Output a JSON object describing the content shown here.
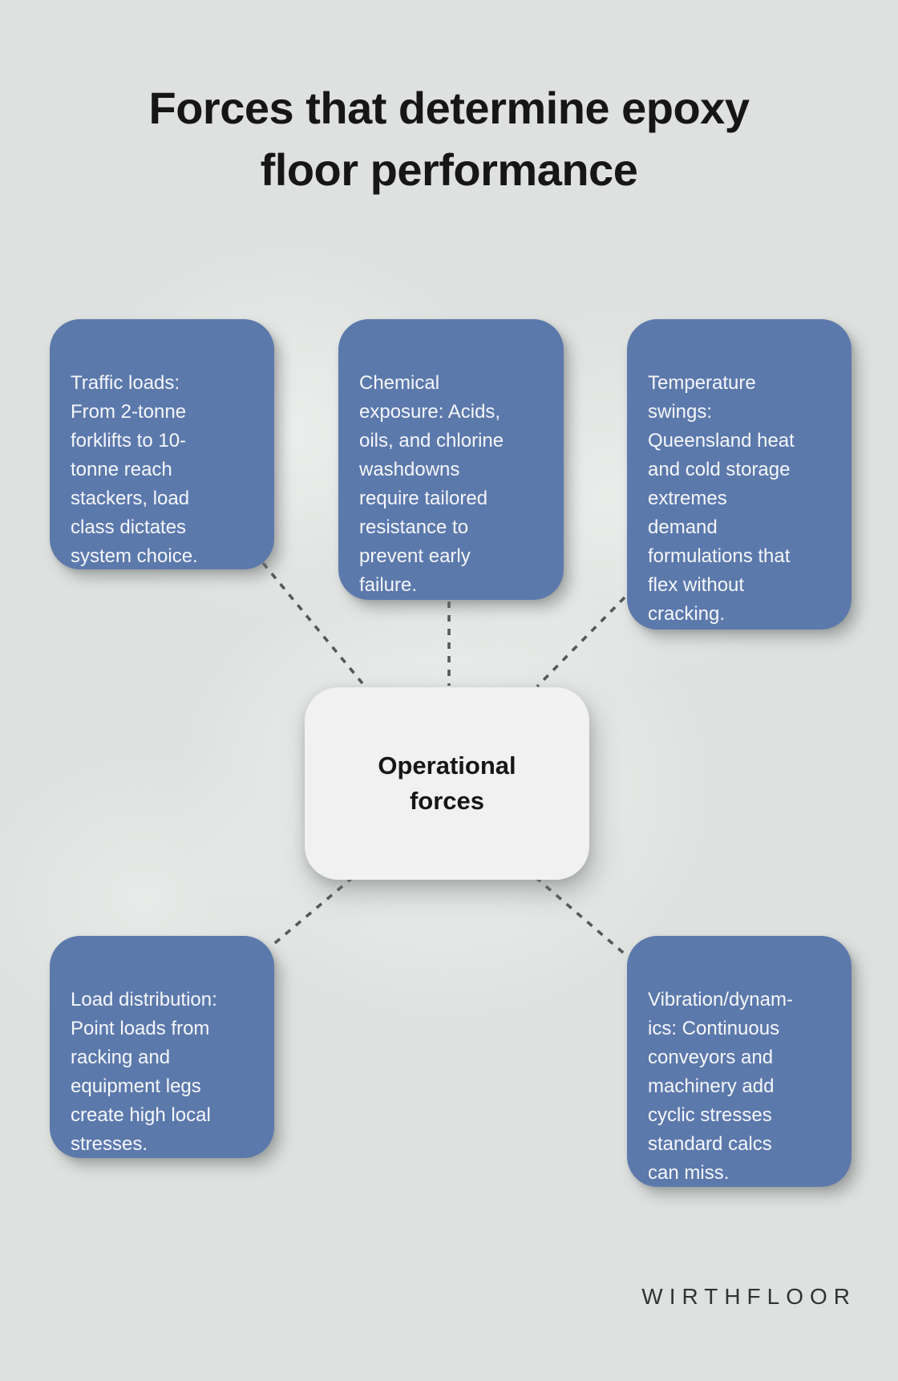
{
  "title": {
    "lines": [
      "Forces that determine epoxy",
      "floor performance"
    ]
  },
  "center_node": {
    "lines": [
      "Operational",
      "forces"
    ]
  },
  "nodes": [
    {
      "id": "traffic-loads",
      "lines": [
        "Traffic loads:",
        "From 2-tonne",
        "forklifts to 10-",
        "tonne reach",
        "stackers, load",
        "class dictates",
        "system choice."
      ]
    },
    {
      "id": "chemical-exposure",
      "lines": [
        "Chemical",
        "exposure: Acids,",
        "oils, and chlorine",
        "washdowns",
        "require tailored",
        "resistance to",
        "prevent early",
        "failure."
      ]
    },
    {
      "id": "temperature-swings",
      "lines": [
        "Temperature",
        "swings:",
        "Queensland heat",
        "and cold storage",
        "extremes",
        "demand",
        "formulations that",
        "flex without",
        "cracking."
      ]
    },
    {
      "id": "load-distribution",
      "lines": [
        "Load distribution:",
        "Point loads from",
        "racking and",
        "equipment legs",
        "create high local",
        "stresses."
      ]
    },
    {
      "id": "vibration-dynamics",
      "lines": [
        "Vibration/dynam-",
        "ics: Continuous",
        "conveyors and",
        "machinery add",
        "cyclic stresses",
        "standard calcs",
        "can miss."
      ]
    }
  ],
  "footer": {
    "brand": "WIRTHFLOOR"
  },
  "colors": {
    "background": "#dee1df",
    "node_blue": "#5c79ac",
    "node_text": "#f5f7fa",
    "center_bg": "#f0f1f0",
    "center_text": "#161616",
    "title_text": "#161616",
    "connector": "#545859",
    "brand_text": "#2f3335"
  }
}
